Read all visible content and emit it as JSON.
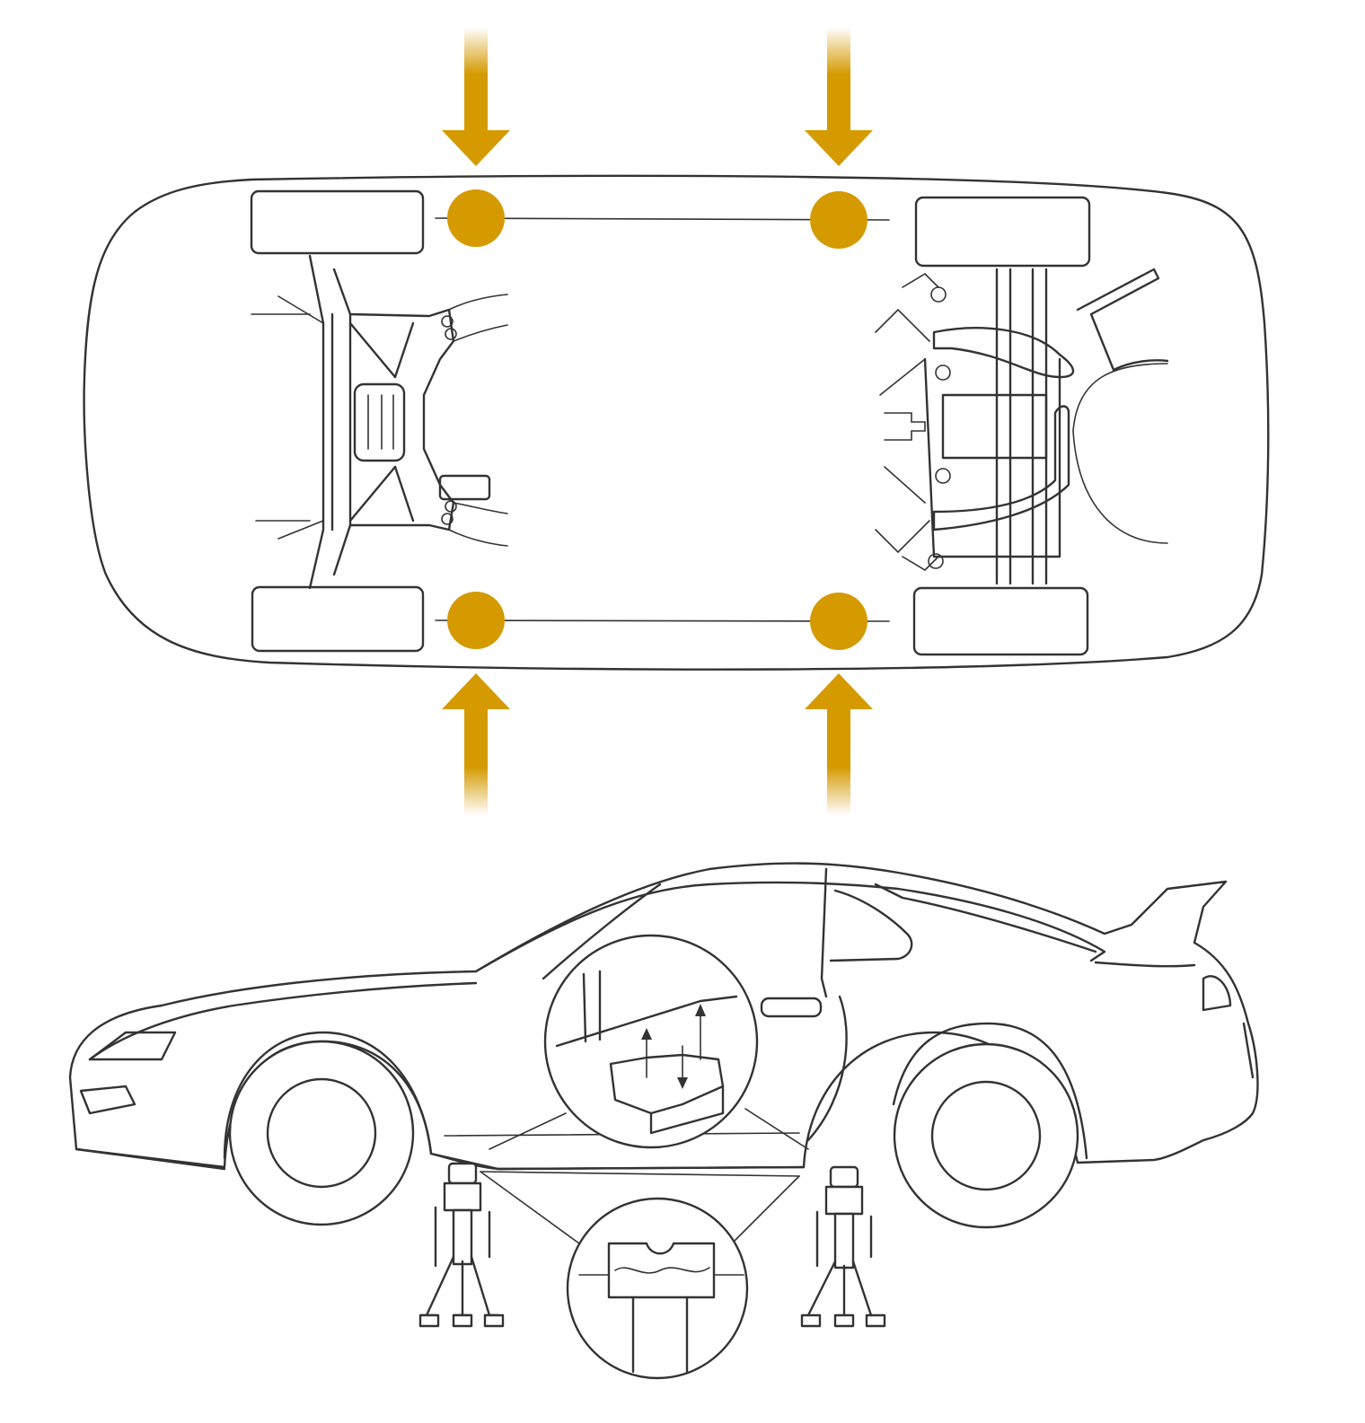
{
  "colors": {
    "accent": "#D49A00",
    "line": "#333333",
    "background": "#FFFFFF"
  },
  "lift_points": [
    {
      "side": "left",
      "position": "front"
    },
    {
      "side": "left",
      "position": "rear"
    },
    {
      "side": "right",
      "position": "front"
    },
    {
      "side": "right",
      "position": "rear"
    }
  ],
  "icons": {
    "arrow": "arrow-icon",
    "lift_point": "lift-point-marker",
    "jack_stand": "jack-stand-icon"
  }
}
